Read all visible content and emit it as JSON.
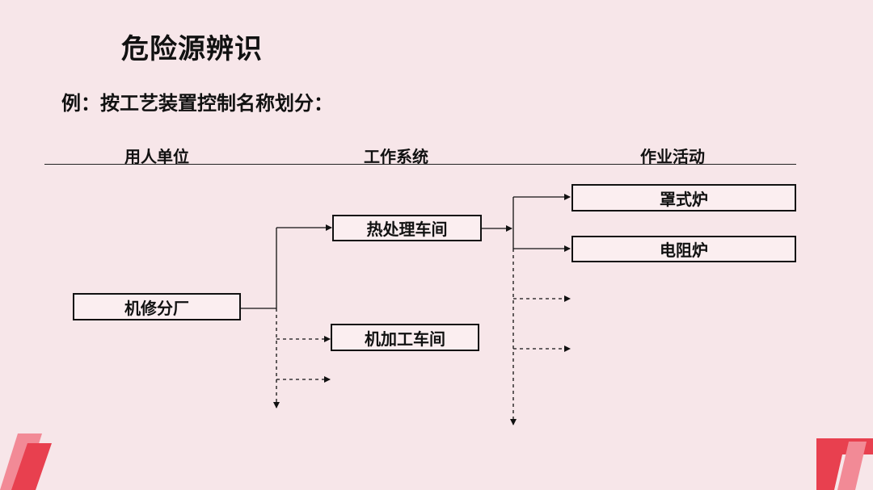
{
  "title": "危险源辨识",
  "subtitle": "例：按工艺装置控制名称划分：",
  "columns": {
    "col1": "用人单位",
    "col2": "工作系统",
    "col3": "作业活动"
  },
  "nodes": {
    "factory": "机修分厂",
    "heat_treatment": "热处理车间",
    "machining": "机加工车间",
    "hood_furnace": "罩式炉",
    "resistance_furnace": "电阻炉"
  },
  "colors": {
    "background": "#f7e6e9",
    "accent_red": "#e8404f",
    "accent_pink": "#f28a96"
  }
}
